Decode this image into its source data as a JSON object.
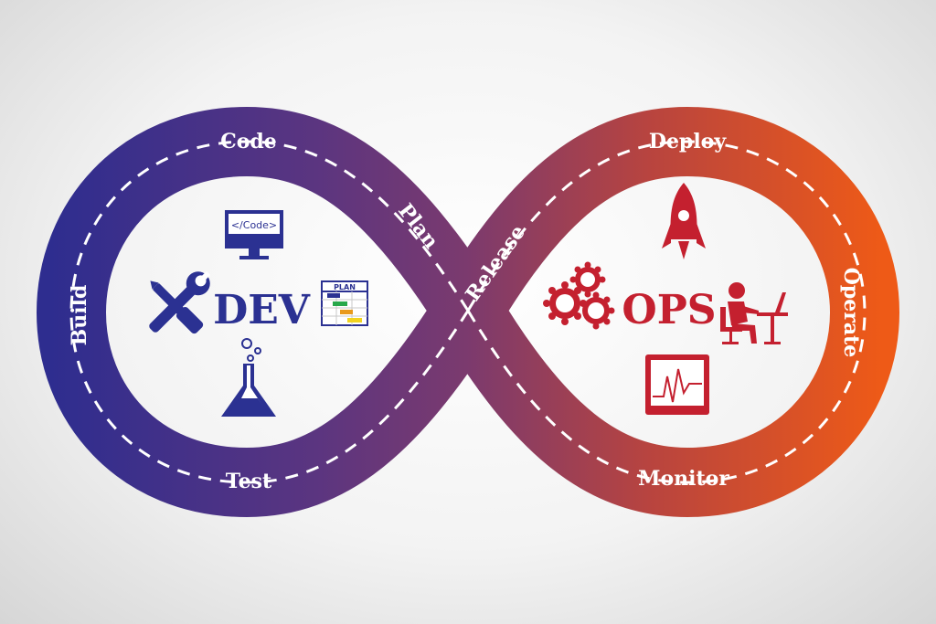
{
  "diagram": {
    "dev_label": "DEV",
    "ops_label": "OPS",
    "stages": {
      "code": "Code",
      "build": "Build",
      "test": "Test",
      "plan": "Plan",
      "release": "Release",
      "deploy": "Deploy",
      "operate": "Operate",
      "monitor": "Monitor"
    },
    "monitor_screen_text": "</Code>",
    "plan_chart_text": "PLAN",
    "colors": {
      "dev": "#2e2d8f",
      "ops": "#e8561c",
      "icon_dev": "#2b3192",
      "icon_ops": "#c4202f"
    }
  }
}
